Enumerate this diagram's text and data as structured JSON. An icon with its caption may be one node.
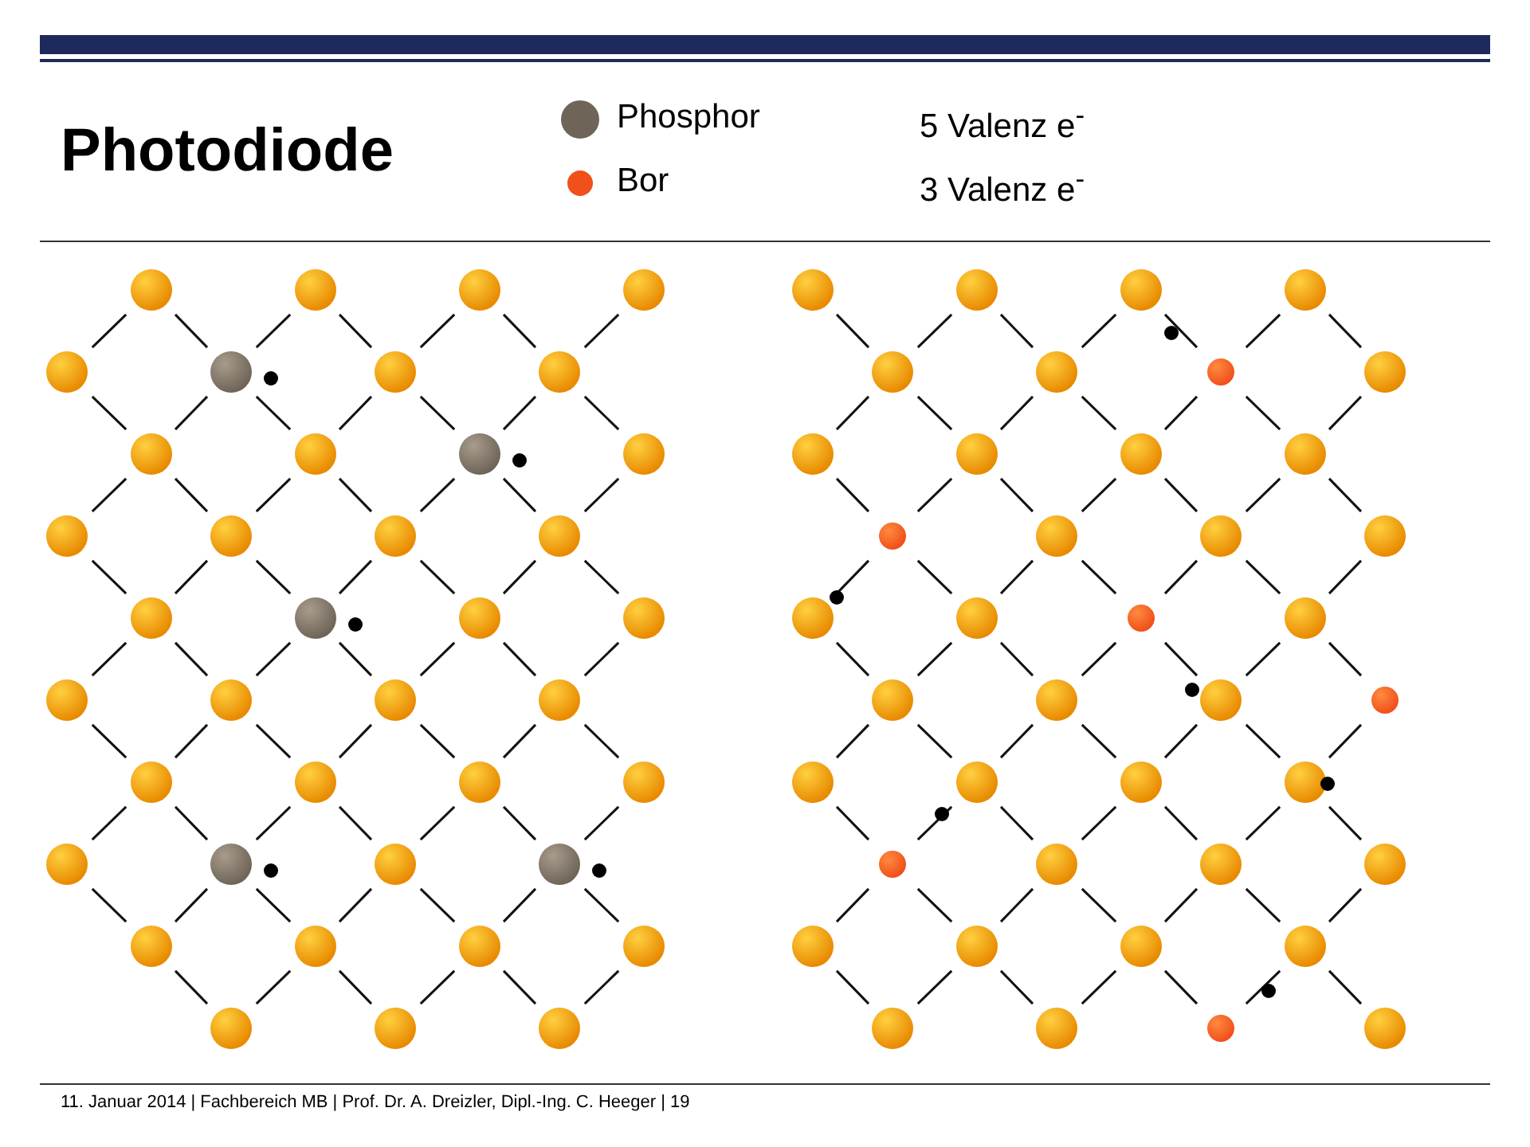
{
  "diagram": {
    "title": "Photodiode",
    "labels": [
      "5 Valenz e$^{-}$",
      "3 Valenz e$^{-}$",
      "11. Januar 2014 | Fachbereich MB | Prof. Dr. A. Dreizler, Dipl.-Ing. C. Heeger | 19"
    ],
    "legend": [
      {
        "text": "Phosphor",
        "color": "#6e6558"
      },
      {
        "text": "Bor",
        "color": "#f0501a"
      }
    ]
  }
}
